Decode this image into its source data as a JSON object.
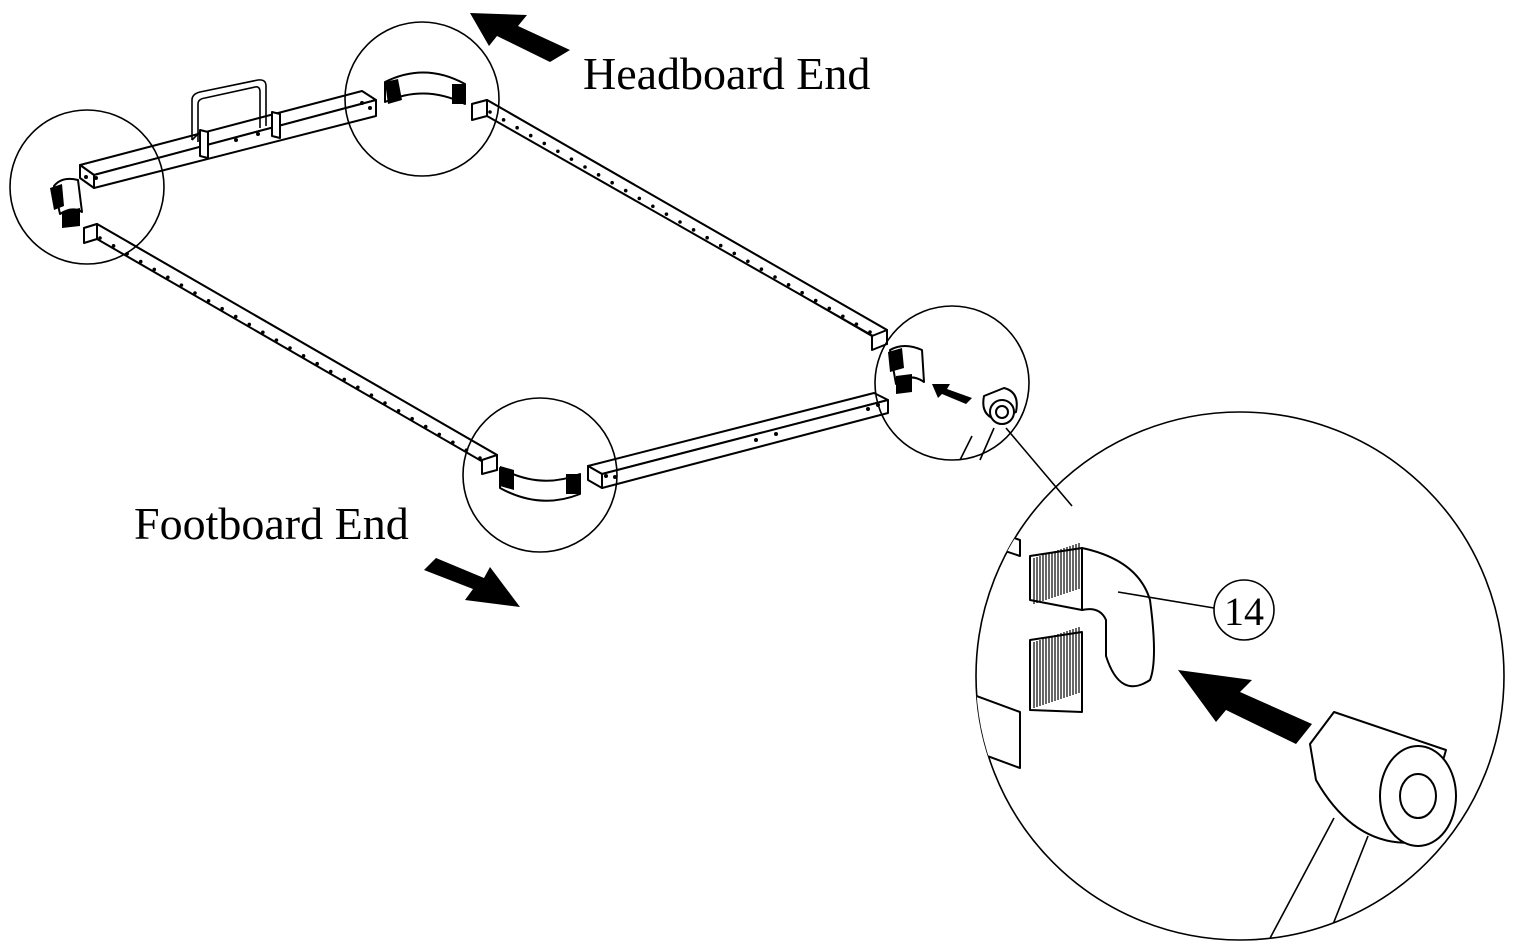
{
  "labels": {
    "headboard": "Headboard End",
    "footboard": "Footboard End",
    "part_number": "14"
  },
  "icons": [
    "arrow-icon",
    "corner-bracket-icon",
    "leg-icon"
  ],
  "colors": {
    "ink": "#000000",
    "paper": "#ffffff"
  }
}
